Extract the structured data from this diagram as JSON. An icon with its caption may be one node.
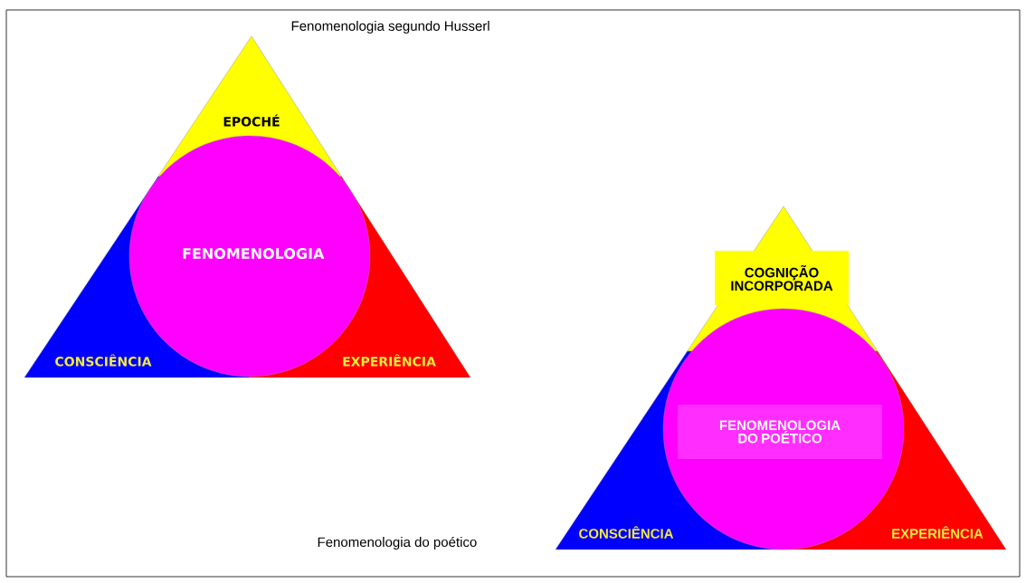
{
  "diagram": {
    "nodes": [
      {
        "text": [
          "EPOCHÉ"
        ]
      },
      {
        "text": [
          "FENOMENOLOGIA"
        ]
      },
      {
        "text": [
          "CONSCIÊNCIA"
        ]
      },
      {
        "text": [
          "EXPERIÊNCIA"
        ]
      },
      {
        "text": [
          "COGNIÇÃO INCORPORADA"
        ]
      },
      {
        "text": [
          "FENOMENOLOGIA DO POÉTICO"
        ]
      },
      {
        "text": [
          "CONSCIÊNCIA"
        ]
      },
      {
        "text": [
          "EXPERIÊNCIA"
        ]
      }
    ],
    "labels": [
      "Fenomenologia segundo Husserl",
      "Fenomenologia do poético"
    ]
  }
}
